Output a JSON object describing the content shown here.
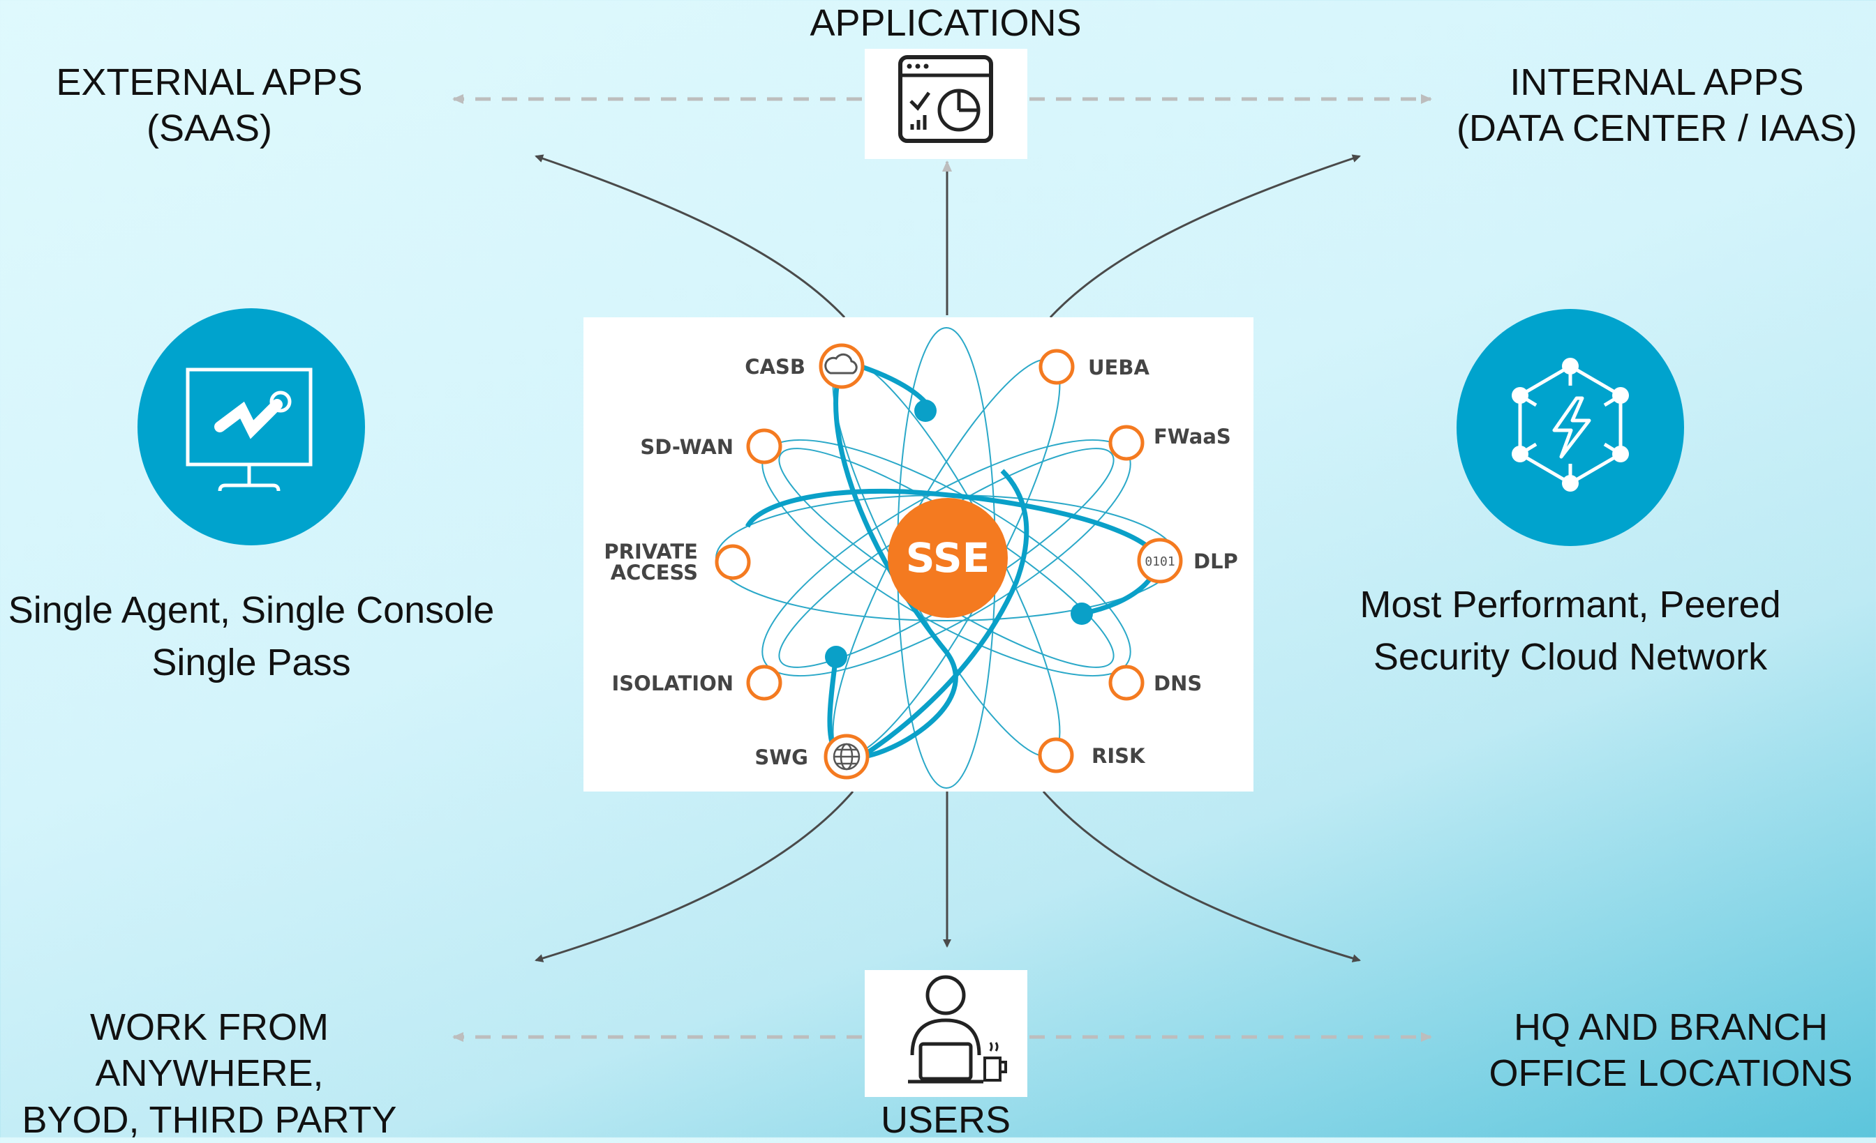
{
  "applications_label": "APPLICATIONS",
  "users_label": "USERS",
  "external_apps_label": "EXTERNAL APPS\n(SAAS)",
  "internal_apps_label": "INTERNAL APPS\n(DATA CENTER / IAAS)",
  "work_from_anywhere_label": "WORK FROM\nANYWHERE,\nBYOD, THIRD PARTY",
  "hq_branch_label": "HQ AND BRANCH\nOFFICE LOCATIONS",
  "left_caption": "Single Agent, Single Console\nSingle Pass",
  "right_caption": "Most Performant, Peered\nSecurity Cloud Network",
  "core_label": "SSE",
  "nodes": {
    "casb": "CASB",
    "sdwan": "SD-WAN",
    "private_access_1": "PRIVATE",
    "private_access_2": "ACCESS",
    "isolation": "ISOLATION",
    "swg": "SWG",
    "ueba": "UEBA",
    "fwaas": "FWaaS",
    "dlp": "DLP",
    "dns": "DNS",
    "risk": "RISK"
  },
  "colors": {
    "accent_blue": "#00a3cd",
    "orange": "#f47a20",
    "arrow": "#4a4a4a",
    "dashed": "#bdbdbd"
  }
}
